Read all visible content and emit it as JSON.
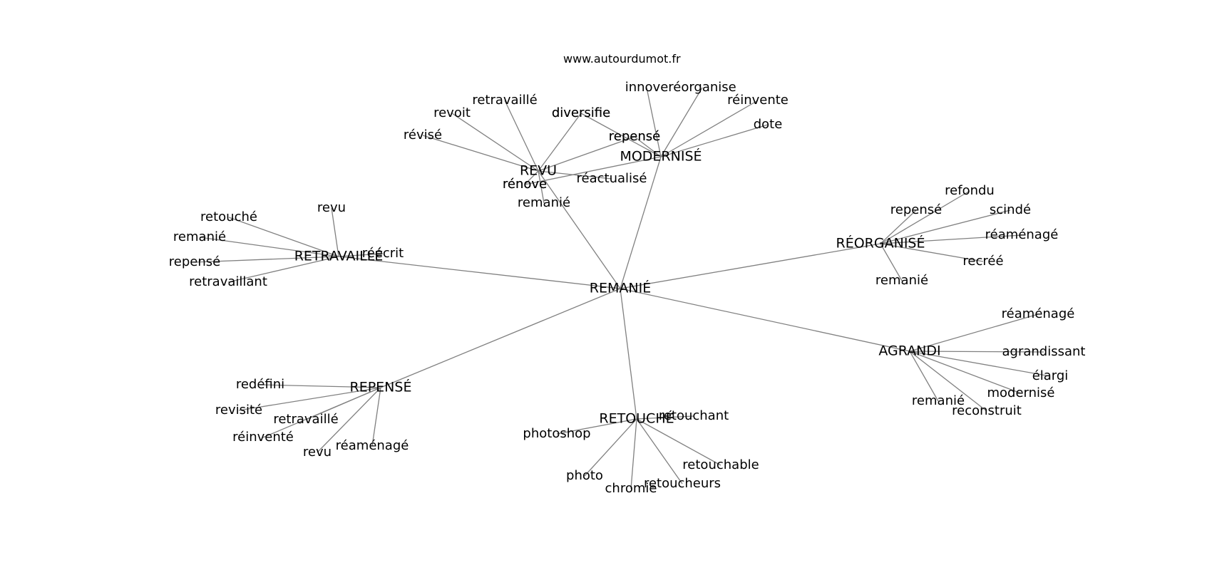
{
  "site": "www.autourdumot.fr",
  "center": "REMANIÉ",
  "clusters": [
    {
      "hub": "REVU",
      "words": [
        "révisé",
        "revoit",
        "retravaillé",
        "diversifie",
        "repensé",
        "réactualisé",
        "rénove",
        "remanié"
      ]
    },
    {
      "hub": "MODERNISÉ",
      "words": [
        "innove",
        "réorganise",
        "réinvente",
        "dote",
        "repensé",
        "diversifie",
        "rénove"
      ]
    },
    {
      "hub": "RETRAVAILLÉ",
      "words": [
        "retouché",
        "revu",
        "remanié",
        "repensé",
        "retravaillant",
        "réécrit"
      ]
    },
    {
      "hub": "RÉORGANISÉ",
      "words": [
        "refondu",
        "repensé",
        "scindé",
        "réaménagé",
        "recréé",
        "remanié"
      ]
    },
    {
      "hub": "AGRANDI",
      "words": [
        "réaménagé",
        "agrandissant",
        "élargi",
        "modernisé",
        "reconstruit",
        "remanié"
      ]
    },
    {
      "hub": "REPENSÉ",
      "words": [
        "redéfini",
        "revisité",
        "retravaillé",
        "réinventé",
        "revu",
        "réaménagé"
      ]
    },
    {
      "hub": "RETOUCHÉ",
      "words": [
        "retouchant",
        "photoshop",
        "retouchable",
        "retoucheurs",
        "chromie",
        "photo"
      ]
    }
  ]
}
